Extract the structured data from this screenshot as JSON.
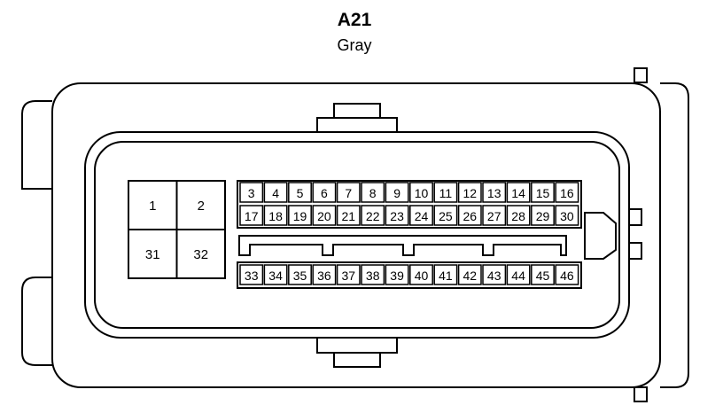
{
  "connector": {
    "id": "A21",
    "color": "Gray"
  },
  "large_terminals": {
    "top": [
      "1",
      "2"
    ],
    "bottom": [
      "31",
      "32"
    ]
  },
  "small_terminals": {
    "row1": [
      "3",
      "4",
      "5",
      "6",
      "7",
      "8",
      "9",
      "10",
      "11",
      "12",
      "13",
      "14",
      "15",
      "16"
    ],
    "row2": [
      "17",
      "18",
      "19",
      "20",
      "21",
      "22",
      "23",
      "24",
      "25",
      "26",
      "27",
      "28",
      "29",
      "30"
    ],
    "row3": [
      "33",
      "34",
      "35",
      "36",
      "37",
      "38",
      "39",
      "40",
      "41",
      "42",
      "43",
      "44",
      "45",
      "46"
    ]
  },
  "colors": {
    "line": "#000000",
    "fill": "#ffffff"
  }
}
